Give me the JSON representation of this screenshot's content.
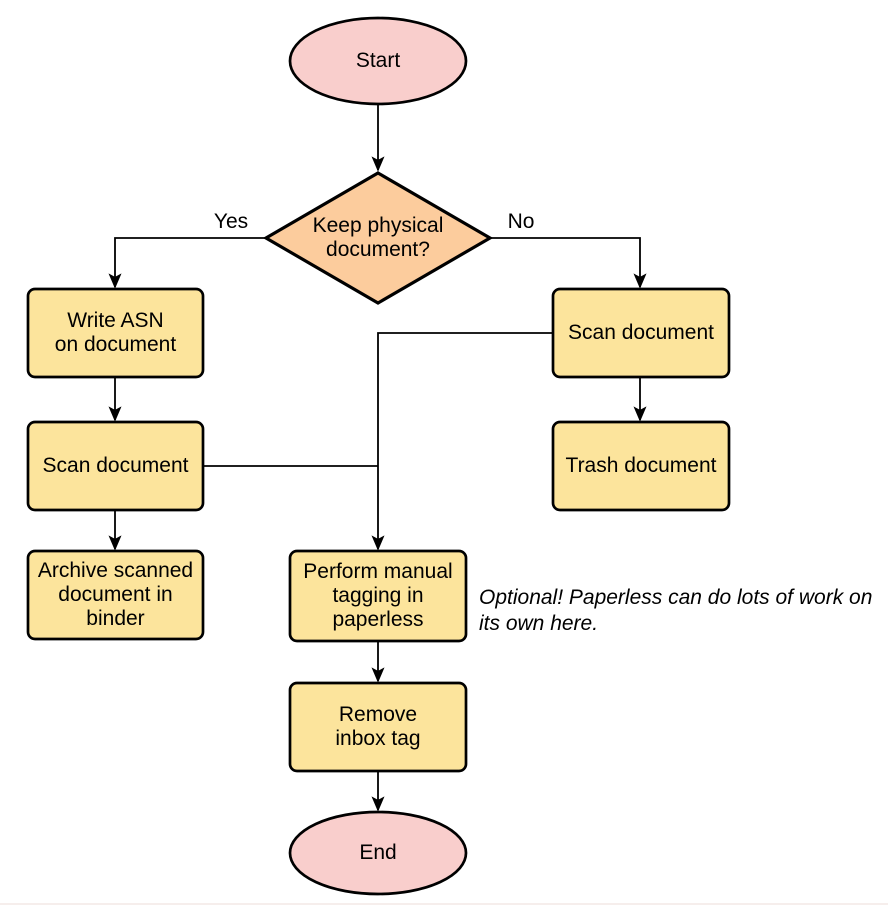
{
  "colors": {
    "terminal_fill": "#F9CECC",
    "decision_fill": "#FCCC9D",
    "process_fill": "#FCE49C",
    "stroke": "#000000",
    "canvas_bg": "#FFFFFF"
  },
  "nodes": {
    "start": {
      "label": "Start",
      "type": "terminal"
    },
    "decision": {
      "label": "Keep physical\ndocument?",
      "type": "decision"
    },
    "write_asn": {
      "label": "Write ASN\non document",
      "type": "process"
    },
    "scan_left": {
      "label": "Scan document",
      "type": "process"
    },
    "archive": {
      "label": "Archive scanned\ndocument in\nbinder",
      "type": "process"
    },
    "scan_right": {
      "label": "Scan document",
      "type": "process"
    },
    "trash": {
      "label": "Trash document",
      "type": "process"
    },
    "tagging": {
      "label": "Perform manual\ntagging in\npaperless",
      "type": "process"
    },
    "remove_tag": {
      "label": "Remove\ninbox tag",
      "type": "process"
    },
    "end": {
      "label": "End",
      "type": "terminal"
    }
  },
  "edge_labels": {
    "yes": "Yes",
    "no": "No"
  },
  "note": {
    "text": "Optional! Paperless can do lots of work on\nits own here."
  }
}
